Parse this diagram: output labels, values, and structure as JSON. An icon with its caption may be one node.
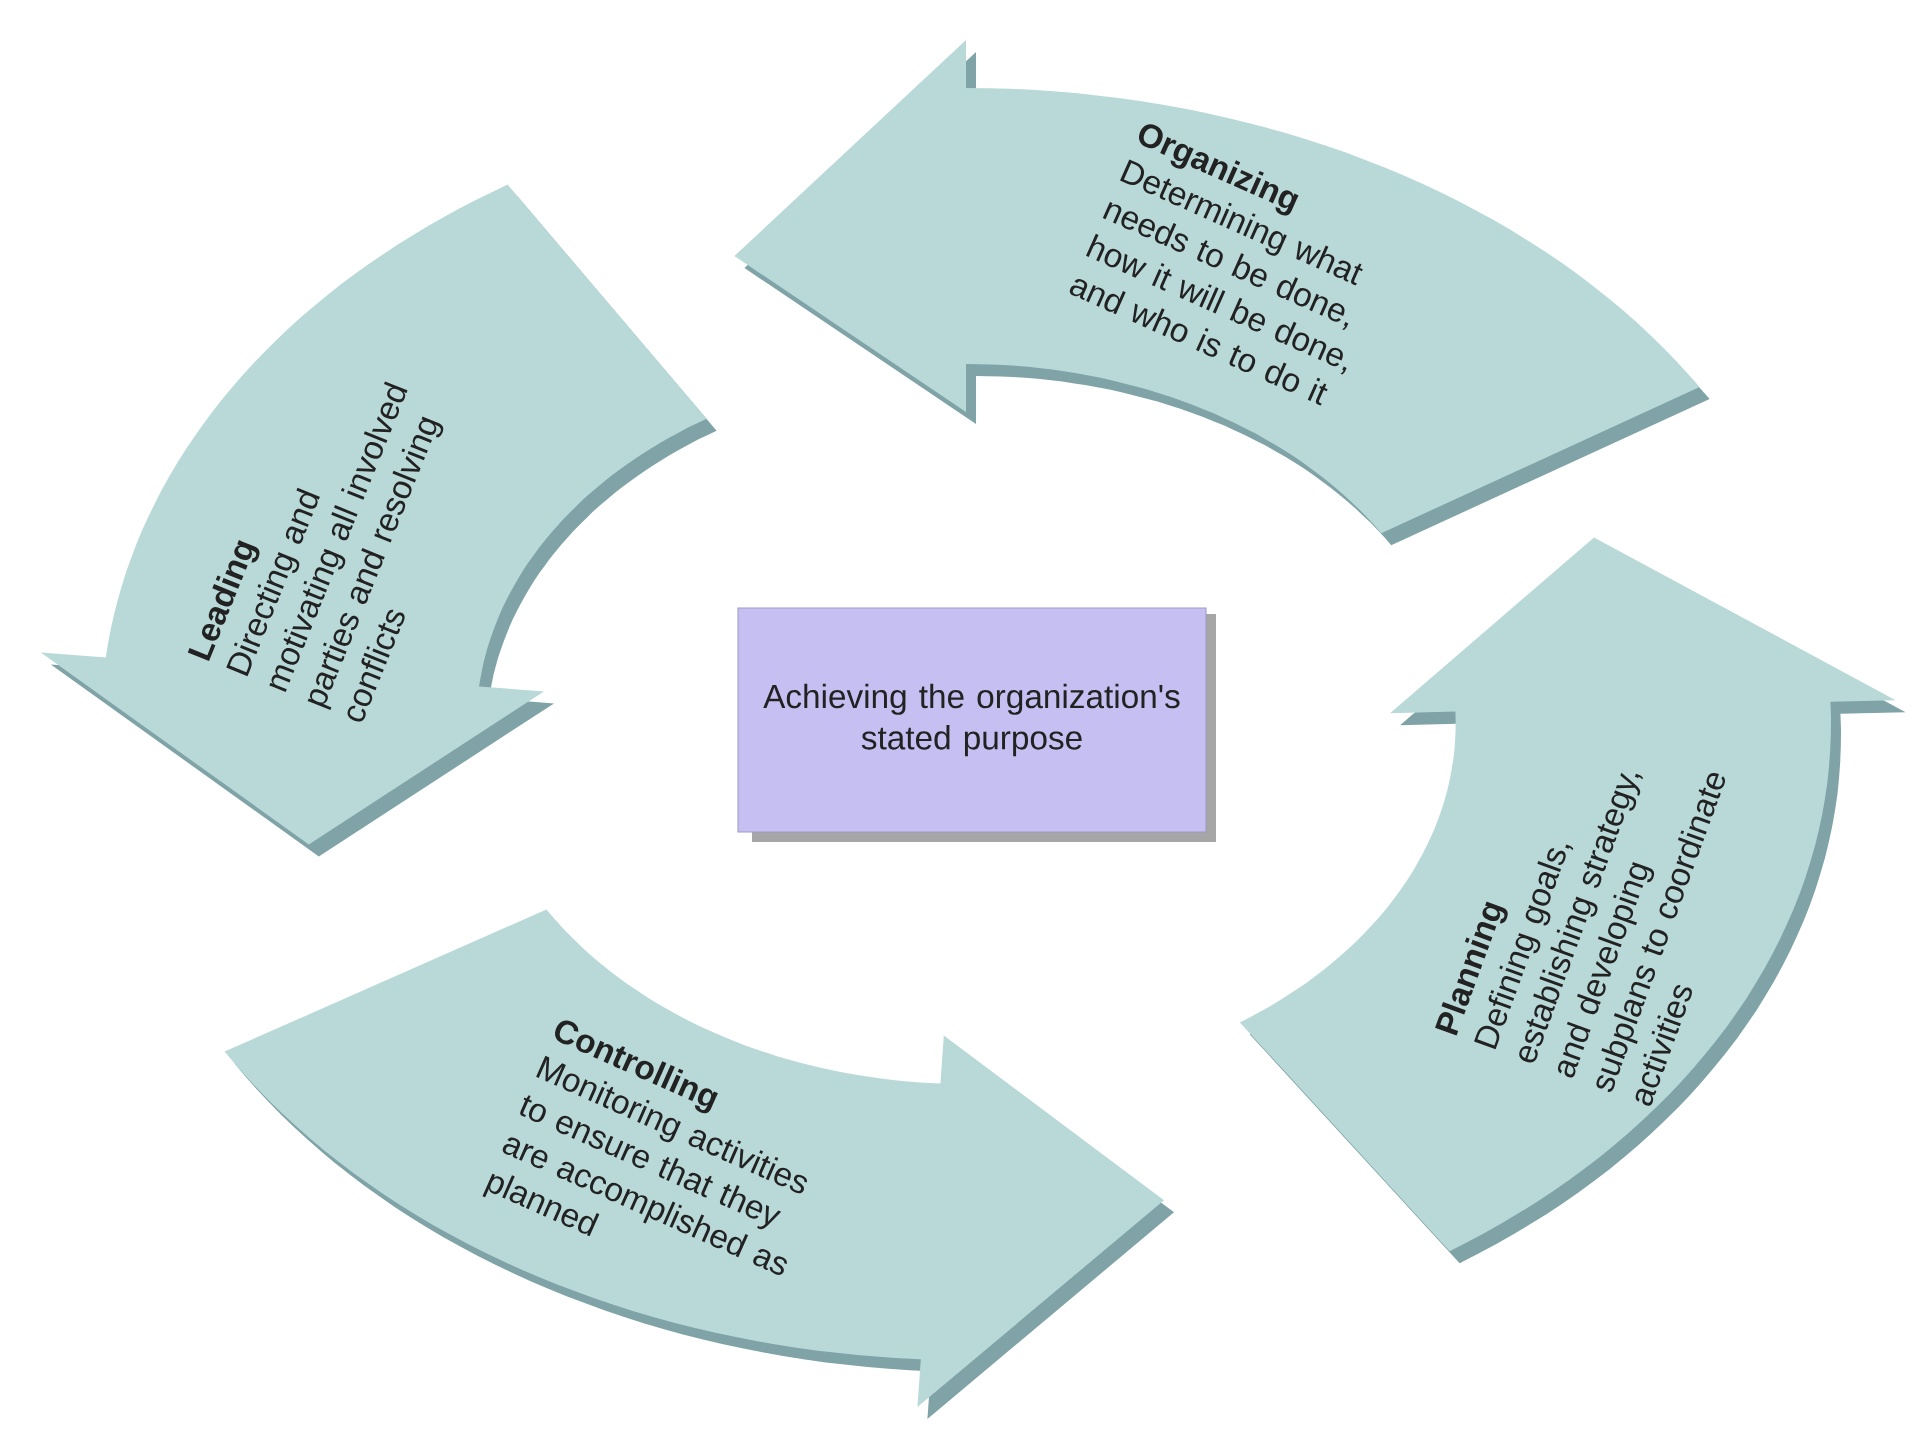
{
  "diagram": {
    "nodes": [
      {
        "text": [
          "Organizing",
          "Determining what needs to be done, how it will be done, and who is to do it"
        ]
      },
      {
        "text": [
          "Leading",
          "Directing and motivating all involved parties and resolving conflicts"
        ]
      },
      {
        "text": [
          "Achieving the organization's stated purpose"
        ]
      },
      {
        "text": [
          "Planning",
          "Defining goals, establishing strategy, and developing subplans to coordinate activities"
        ]
      },
      {
        "text": [
          "Controlling",
          "Monitoring activities to ensure that they are accomplished as planned"
        ]
      }
    ]
  }
}
